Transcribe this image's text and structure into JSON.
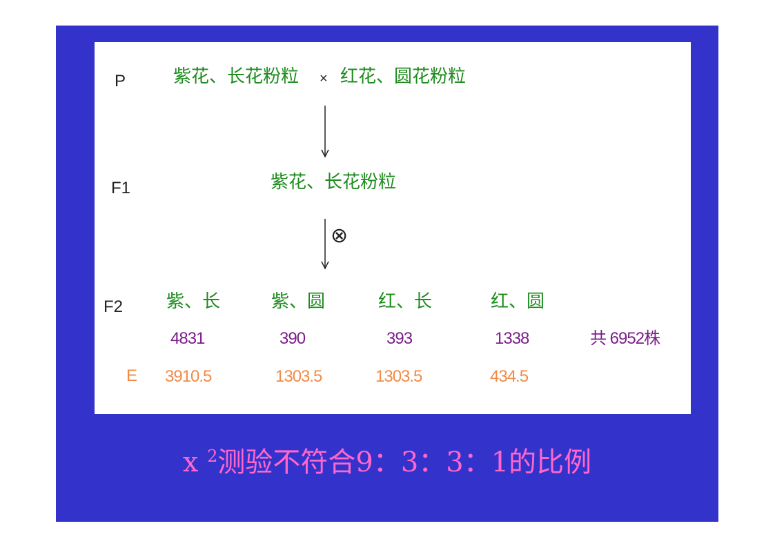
{
  "generations": {
    "p": "P",
    "f1": "F1",
    "f2": "F2",
    "e": "E"
  },
  "parents": {
    "parent1": "紫花、长花粉粒",
    "cross_symbol": "×",
    "parent2": "红花、圆花粉粒"
  },
  "f1": {
    "phenotype": "紫花、长花粉粒",
    "self_symbol": "⊗"
  },
  "f2": {
    "phenotypes": [
      "紫、长",
      "紫、圆",
      "红、长",
      "红、圆"
    ],
    "observed": [
      "4831",
      "390",
      "393",
      "1338"
    ],
    "total": "共 6952株",
    "expected": [
      "3910.5",
      "1303.5",
      "1303.5",
      "434.5"
    ]
  },
  "caption": {
    "chi": "x",
    "sup": "2",
    "rest": "测验不符合9：3：3：1的比例"
  },
  "colors": {
    "background": "#3333cc",
    "panel": "#ffffff",
    "phenotype": "#1e8c1e",
    "observed": "#7b1f8a",
    "expected": "#f28a46",
    "caption": "#ff66cc"
  }
}
